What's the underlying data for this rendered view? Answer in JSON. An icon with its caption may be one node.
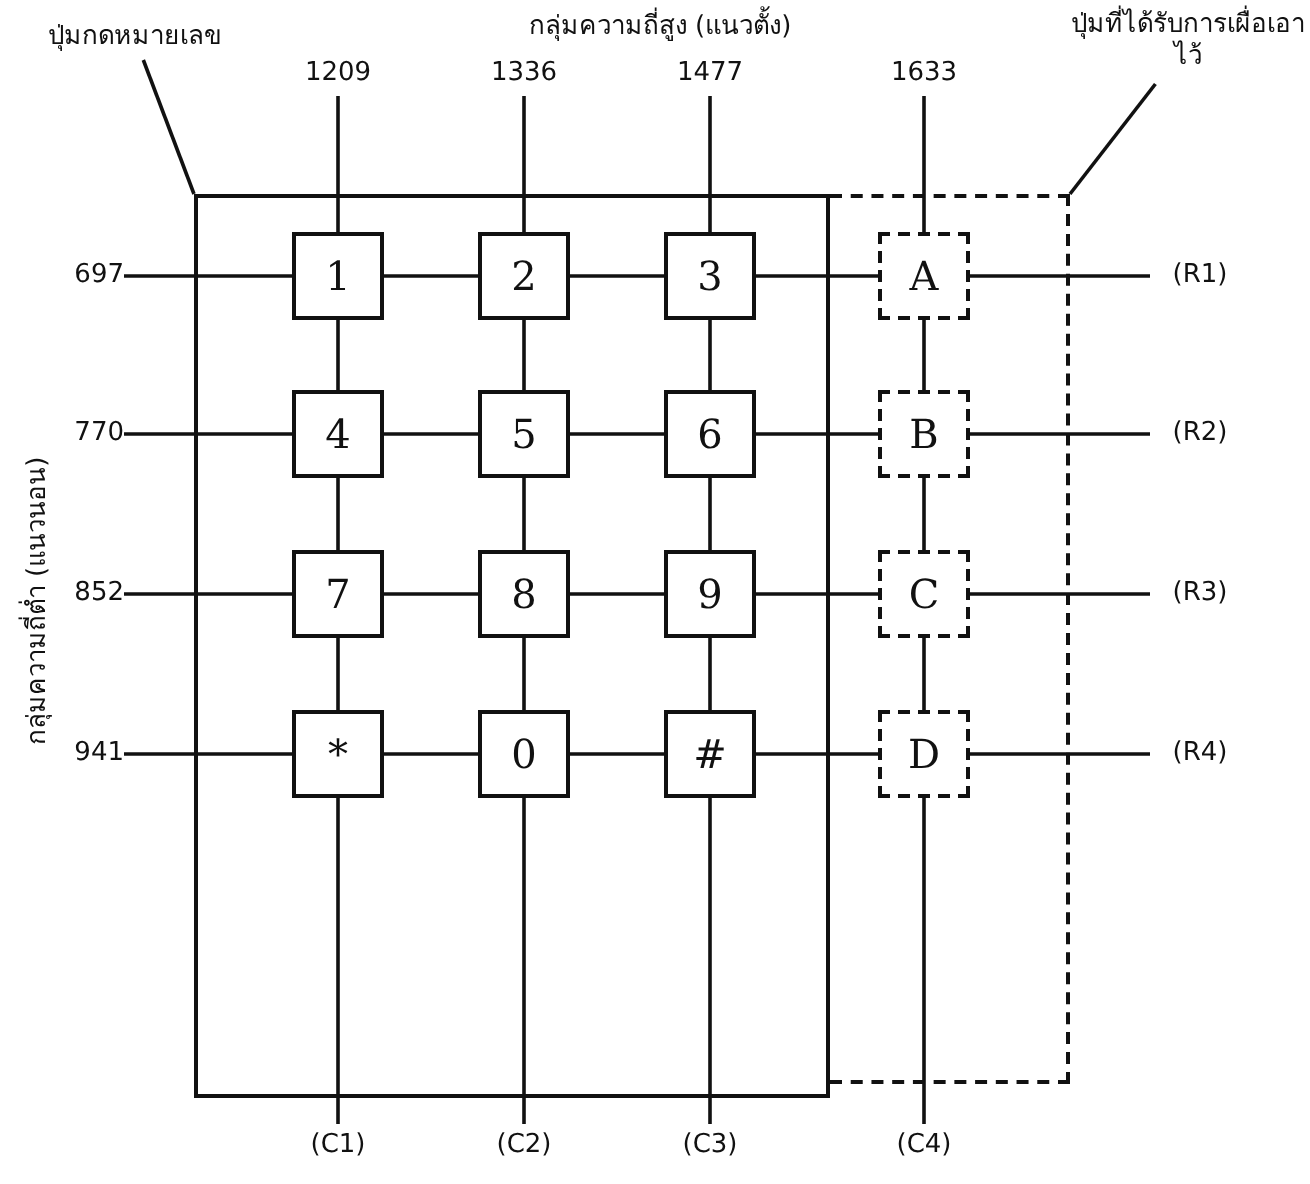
{
  "diagram": {
    "nodes": [
      {
        "text": [
          "ปุ่มกดหมายเลข"
        ]
      },
      {
        "text": [
          "ปุ่มที่ได้รับการเผื่อเอาไว้"
        ]
      },
      {
        "text": [
          "1209"
        ]
      },
      {
        "text": [
          "1336"
        ]
      },
      {
        "text": [
          "1477"
        ]
      },
      {
        "text": [
          "1633"
        ]
      },
      {
        "text": [],
        "shape": "box"
      },
      {
        "text": [],
        "shape": "box"
      },
      {
        "text": [
          "697"
        ]
      },
      {
        "text": [
          "1"
        ],
        "in": 6
      },
      {
        "text": [
          "2"
        ],
        "in": 6
      },
      {
        "text": [
          "3"
        ],
        "in": 6
      },
      {
        "text": [
          "A"
        ],
        "in": 7
      },
      {
        "text": [
          "(R1)"
        ]
      },
      {
        "text": [
          "770"
        ]
      },
      {
        "text": [
          "4"
        ],
        "in": 6
      },
      {
        "text": [
          "5"
        ],
        "in": 6
      },
      {
        "text": [
          "6"
        ],
        "in": 6
      },
      {
        "text": [
          "B"
        ],
        "in": 7
      },
      {
        "text": [
          "(R2)"
        ]
      },
      {
        "text": [
          "852"
        ]
      },
      {
        "text": [
          "7"
        ],
        "in": 6
      },
      {
        "text": [
          "8"
        ],
        "in": 6
      },
      {
        "text": [
          "9"
        ],
        "in": 6
      },
      {
        "text": [
          "C"
        ],
        "in": 7
      },
      {
        "text": [
          "(R3)"
        ]
      },
      {
        "text": [
          "941"
        ]
      },
      {
        "text": [
          "*"
        ],
        "in": 6
      },
      {
        "text": [
          "0"
        ],
        "in": 6
      },
      {
        "text": [
          "#"
        ],
        "in": 6
      },
      {
        "text": [
          "D"
        ],
        "in": 7
      },
      {
        "text": [
          "(R4)"
        ]
      },
      {
        "text": [
          "(C1)"
        ]
      },
      {
        "text": [
          "(C2)"
        ]
      },
      {
        "text": [
          "(C3)"
        ]
      },
      {
        "text": [
          "(C4)"
        ]
      }
    ],
    "edges": [
      {
        "from": 0,
        "to": 6,
        "arrow": "none"
      },
      {
        "from": 1,
        "to": 7,
        "arrow": "none"
      },
      {
        "from": 8,
        "to": 9,
        "arrow": "none"
      },
      {
        "from": 9,
        "to": 10,
        "arrow": "none"
      },
      {
        "from": 10,
        "to": 11,
        "arrow": "none"
      },
      {
        "from": 11,
        "to": 12,
        "arrow": "none"
      },
      {
        "from": 12,
        "to": 13,
        "arrow": "none"
      },
      {
        "from": 14,
        "to": 15,
        "arrow": "none"
      },
      {
        "from": 15,
        "to": 16,
        "arrow": "none"
      },
      {
        "from": 16,
        "to": 17,
        "arrow": "none"
      },
      {
        "from": 17,
        "to": 18,
        "arrow": "none"
      },
      {
        "from": 18,
        "to": 19,
        "arrow": "none"
      },
      {
        "from": 20,
        "to": 21,
        "arrow": "none"
      },
      {
        "from": 21,
        "to": 22,
        "arrow": "none"
      },
      {
        "from": 22,
        "to": 23,
        "arrow": "none"
      },
      {
        "from": 23,
        "to": 24,
        "arrow": "none"
      },
      {
        "from": 24,
        "to": 25,
        "arrow": "none"
      },
      {
        "from": 26,
        "to": 27,
        "arrow": "none"
      },
      {
        "from": 27,
        "to": 28,
        "arrow": "none"
      },
      {
        "from": 28,
        "to": 29,
        "arrow": "none"
      },
      {
        "from": 29,
        "to": 30,
        "arrow": "none"
      },
      {
        "from": 30,
        "to": 31,
        "arrow": "none"
      },
      {
        "from": 2,
        "to": 9,
        "arrow": "none"
      },
      {
        "from": 9,
        "to": 15,
        "arrow": "none"
      },
      {
        "from": 15,
        "to": 21,
        "arrow": "none"
      },
      {
        "from": 21,
        "to": 27,
        "arrow": "none"
      },
      {
        "from": 27,
        "to": 32,
        "arrow": "none"
      },
      {
        "from": 3,
        "to": 10,
        "arrow": "none"
      },
      {
        "from": 10,
        "to": 16,
        "arrow": "none"
      },
      {
        "from": 16,
        "to": 22,
        "arrow": "none"
      },
      {
        "from": 22,
        "to": 28,
        "arrow": "none"
      },
      {
        "from": 28,
        "to": 33,
        "arrow": "none"
      },
      {
        "from": 4,
        "to": 11,
        "arrow": "none"
      },
      {
        "from": 11,
        "to": 17,
        "arrow": "none"
      },
      {
        "from": 17,
        "to": 23,
        "arrow": "none"
      },
      {
        "from": 23,
        "to": 29,
        "arrow": "none"
      },
      {
        "from": 29,
        "to": 34,
        "arrow": "none"
      },
      {
        "from": 5,
        "to": 12,
        "arrow": "none"
      },
      {
        "from": 12,
        "to": 18,
        "arrow": "none"
      },
      {
        "from": 18,
        "to": 24,
        "arrow": "none"
      },
      {
        "from": 24,
        "to": 30,
        "arrow": "none"
      },
      {
        "from": 30,
        "to": 35,
        "arrow": "none"
      }
    ],
    "labels": [
      "กลุ่มความถี่สูง (แนวตั้ง)",
      "กลุ่มความถี่ต่ำ (แนวนอน)"
    ]
  }
}
